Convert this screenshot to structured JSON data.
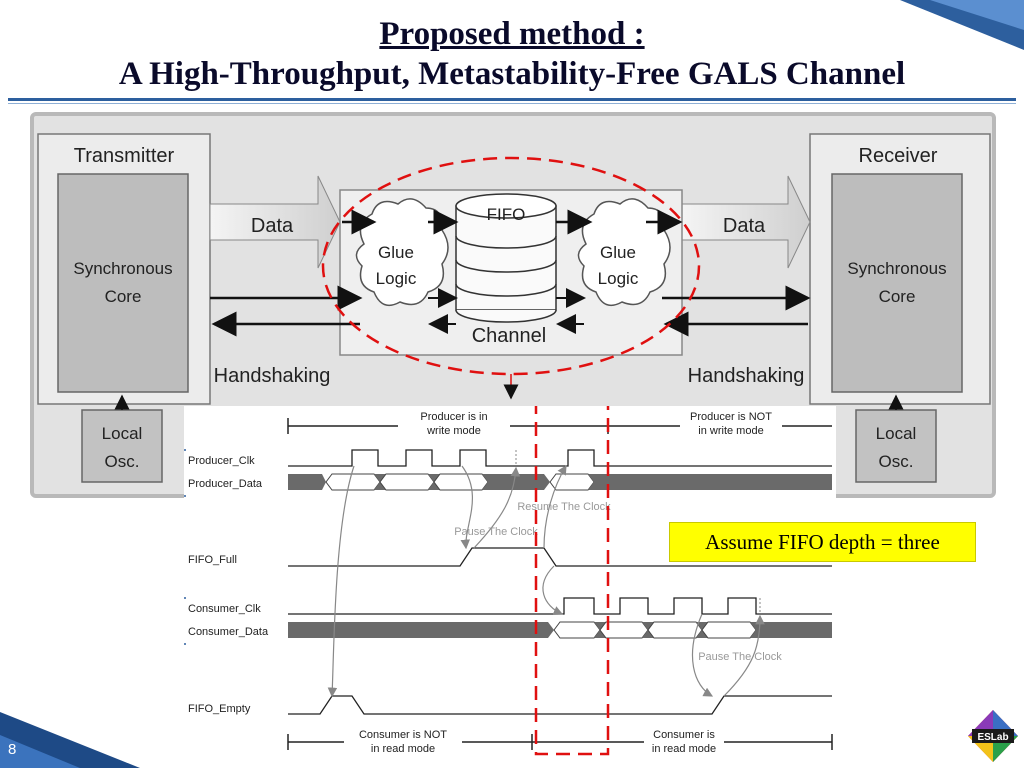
{
  "slide": {
    "title_line1": "Proposed method :",
    "title_line2": "A High-Throughput, Metastability-Free GALS Channel",
    "page_number": "8",
    "logo_text": "ESLab"
  },
  "block_diagram": {
    "transmitter": {
      "title": "Transmitter",
      "core_line1": "Synchronous",
      "core_line2": "Core",
      "osc_line1": "Local",
      "osc_line2": "Osc."
    },
    "receiver": {
      "title": "Receiver",
      "core_line1": "Synchronous",
      "core_line2": "Core",
      "osc_line1": "Local",
      "osc_line2": "Osc."
    },
    "left_data": "Data",
    "right_data": "Data",
    "left_handshaking": "Handshaking",
    "right_handshaking": "Handshaking",
    "fifo": "FIFO",
    "glue_left_line1": "Glue",
    "glue_left_line2": "Logic",
    "glue_right_line1": "Glue",
    "glue_right_line2": "Logic",
    "channel": "Channel"
  },
  "timing": {
    "producer_write_line1": "Producer is in",
    "producer_write_line2": "write mode",
    "producer_not_write_line1": "Producer is NOT",
    "producer_not_write_line2": "in write mode",
    "signals": {
      "producer_clk": "Producer_Clk",
      "producer_data": "Producer_Data",
      "fifo_full": "FIFO_Full",
      "consumer_clk": "Consumer_Clk",
      "consumer_data": "Consumer_Data",
      "fifo_empty": "FIFO_Empty"
    },
    "resume_clock": "Resume The Clock",
    "pause_clock_1": "Pause The Clock",
    "pause_clock_2": "Pause The Clock",
    "consumer_not_read_line1": "Consumer is NOT",
    "consumer_not_read_line2": "in read mode",
    "consumer_read_line1": "Consumer is",
    "consumer_read_line2": "in read mode"
  },
  "note": "Assume FIFO depth = three"
}
